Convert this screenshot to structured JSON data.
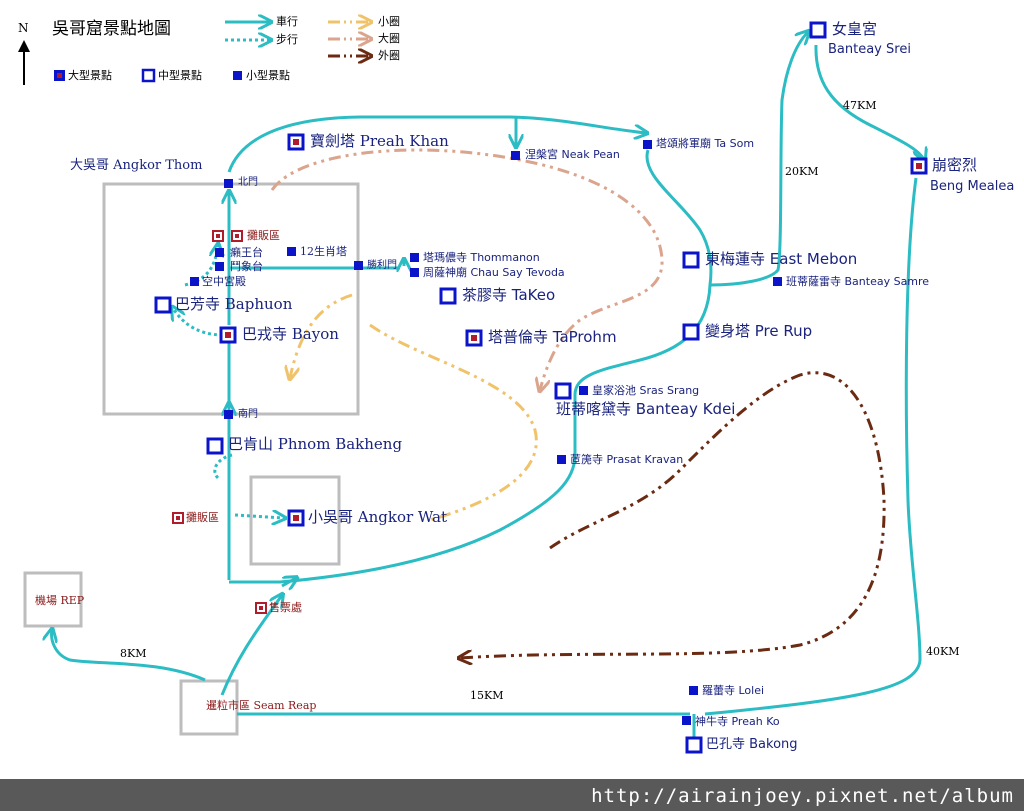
{
  "title": "吳哥窟景點地圖",
  "north": "N",
  "legend": {
    "routes": [
      "車行",
      "步行",
      "小圈",
      "大圈",
      "外圈"
    ],
    "sizes": [
      "大型景點",
      "中型景點",
      "小型景點"
    ]
  },
  "labels": {
    "angkor_thom": "大吳哥 Angkor Thom",
    "north_gate": "北門",
    "vendor_area_1": "攤販區",
    "leper_king": "癩王台",
    "elephants": "鬥象台",
    "prasat_suor_prat": "12生肖塔",
    "victory_gate": "勝利門",
    "phimeanakas": "空中宮殿",
    "baphuon": "巴芳寺 Baphuon",
    "bayon": "巴戎寺 Bayon",
    "south_gate": "南門",
    "phnom_bakheng": "巴肯山 Phnom Bakheng",
    "vendor_area_2": "攤販區",
    "angkor_wat": "小吳哥 Angkor Wat",
    "airport": "機場 REP",
    "ticket_office": "售票處",
    "siem_reap": "暹粒市區 Seam Reap",
    "preah_khan": "寶劍塔 Preah Khan",
    "neak_pean": "涅槃宮 Neak Pean",
    "ta_som": "塔頌將軍廟 Ta Som",
    "thommanon": "塔瑪儂寺 Thommanon",
    "chau_say": "周薩神廟 Chau Say Tevoda",
    "takeo": "茶膠寺 TaKeo",
    "ta_prohm": "塔普倫寺 TaProhm",
    "sras_srang": "皇家浴池 Sras Srang",
    "banteay_kdei": "班蒂喀黛寺 Banteay Kdei",
    "prasat_kravan": "茝箎寺 Prasat Kravan",
    "east_mebon": "東梅蓮寺 East Mebon",
    "banteay_samre": "班蒂薩雷寺 Banteay Samre",
    "pre_rup": "變身塔 Pre Rup",
    "banteay_srei_cn": "女皇宮",
    "banteay_srei_en": "Banteay Srei",
    "beng_mealea_cn": "崩密烈",
    "beng_mealea_en": "Beng Mealea",
    "lolei": "羅蕾寺 Lolei",
    "preah_ko": "神牛寺 Preah Ko",
    "bakong": "巴孔寺 Bakong"
  },
  "distances": {
    "d_20": "20KM",
    "d_47": "47KM",
    "d_40": "40KM",
    "d_15": "15KM",
    "d_8": "8KM"
  },
  "colors": {
    "drive": "#2bbcc4",
    "small_circuit": "#f0c36a",
    "grand_circuit": "#dba48c",
    "outer_circuit": "#6b2a12",
    "marker": "#0b14c8",
    "marker_big_inner": "#b01c2c",
    "text_navy": "#1a237e"
  },
  "footer": "http://airainjoey.pixnet.net/album"
}
